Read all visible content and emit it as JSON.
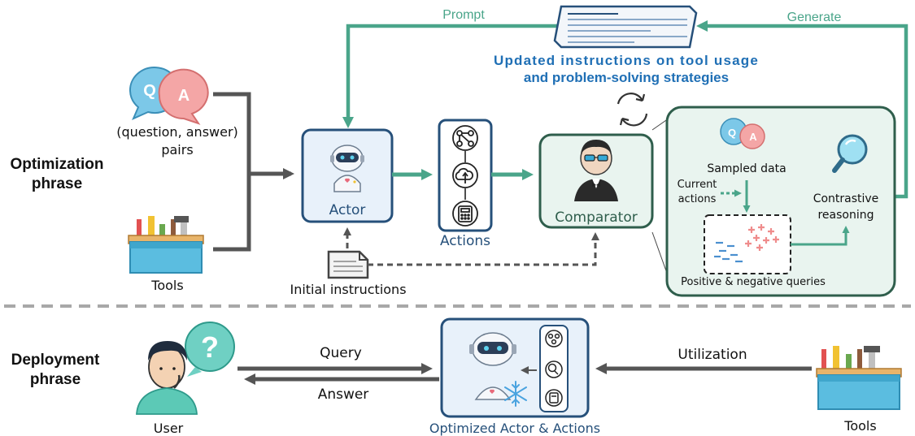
{
  "phases": {
    "optimization": [
      "Optimization",
      "phrase"
    ],
    "deployment": [
      "Deployment",
      "phrase"
    ]
  },
  "top": {
    "prompt_label": "Prompt",
    "generate_label": "Generate",
    "updated_instructions": [
      "Updated instructions on tool usage",
      "and problem-solving strategies"
    ]
  },
  "inputs": {
    "qa_pairs": [
      "(question, answer)",
      "pairs"
    ],
    "qa_icon_letters": [
      "Q",
      "A"
    ],
    "tools": "Tools",
    "initial_instructions": "Initial instructions"
  },
  "actor": {
    "label": "Actor"
  },
  "actions": {
    "label": "Actions"
  },
  "comparator": {
    "label": "Comparator"
  },
  "reasoning_panel": {
    "sampled_data": "Sampled data",
    "current_actions": [
      "Current",
      "actions"
    ],
    "contrastive_reasoning": [
      "Contrastive",
      "reasoning"
    ],
    "queries": "Positive & negative queries"
  },
  "deployment": {
    "user": "User",
    "query": "Query",
    "answer": "Answer",
    "utilization": "Utilization",
    "optimized": "Optimized Actor & Actions",
    "tools": "Tools"
  },
  "colors": {
    "teal": "#4aa58a",
    "navy": "#26507a",
    "dark_green": "#2f5e4c",
    "grey": "#555555",
    "blue_text": "#1f6fb5",
    "pink": "#ef8c8c",
    "dash_blue": "#4a8fcf"
  }
}
